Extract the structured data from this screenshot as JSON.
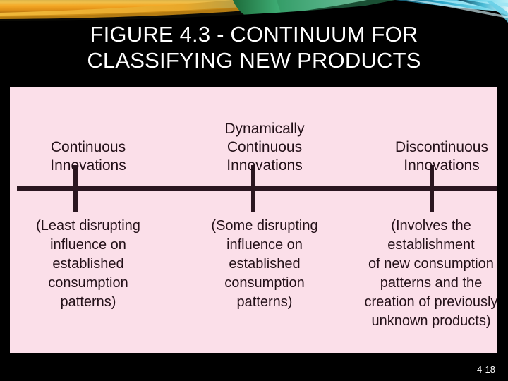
{
  "slide": {
    "background_color": "#000000",
    "title": "FIGURE 4.3 - CONTINUUM FOR\nCLASSIFYING NEW PRODUCTS",
    "footer_number": "4-18"
  },
  "panel": {
    "background_color": "#fbdfe9",
    "axis_color": "#2b1620",
    "text_color": "#231018"
  },
  "chart_data": {
    "type": "continuum",
    "title": "FIGURE 4.3 - CONTINUUM FOR CLASSIFYING NEW PRODUCTS",
    "axis_orientation": "horizontal",
    "tick_count": 3,
    "categories": [
      "Continuous\nInnovations",
      "Dynamically\nContinuous\nInnovations",
      "Discontinuous\nInnovations"
    ],
    "descriptions": [
      "(Least disrupting\ninfluence on\nestablished\nconsumption\npatterns)",
      "(Some disrupting\ninfluence on\nestablished\nconsumption\npatterns)",
      "(Involves the\nestablishment\nof new consumption\npatterns and the\ncreation of previously\nunknown products)"
    ]
  },
  "columns": [
    {
      "label": "Continuous\nInnovations",
      "description": "(Least disrupting\ninfluence on\nestablished\nconsumption\npatterns)"
    },
    {
      "label": "Dynamically\nContinuous\nInnovations",
      "description": "(Some disrupting\ninfluence on\nestablished\nconsumption\npatterns)"
    },
    {
      "label": "Discontinuous\nInnovations",
      "description": "(Involves the\nestablishment\nof new consumption\npatterns and the\ncreation of previously\nunknown products)"
    }
  ]
}
